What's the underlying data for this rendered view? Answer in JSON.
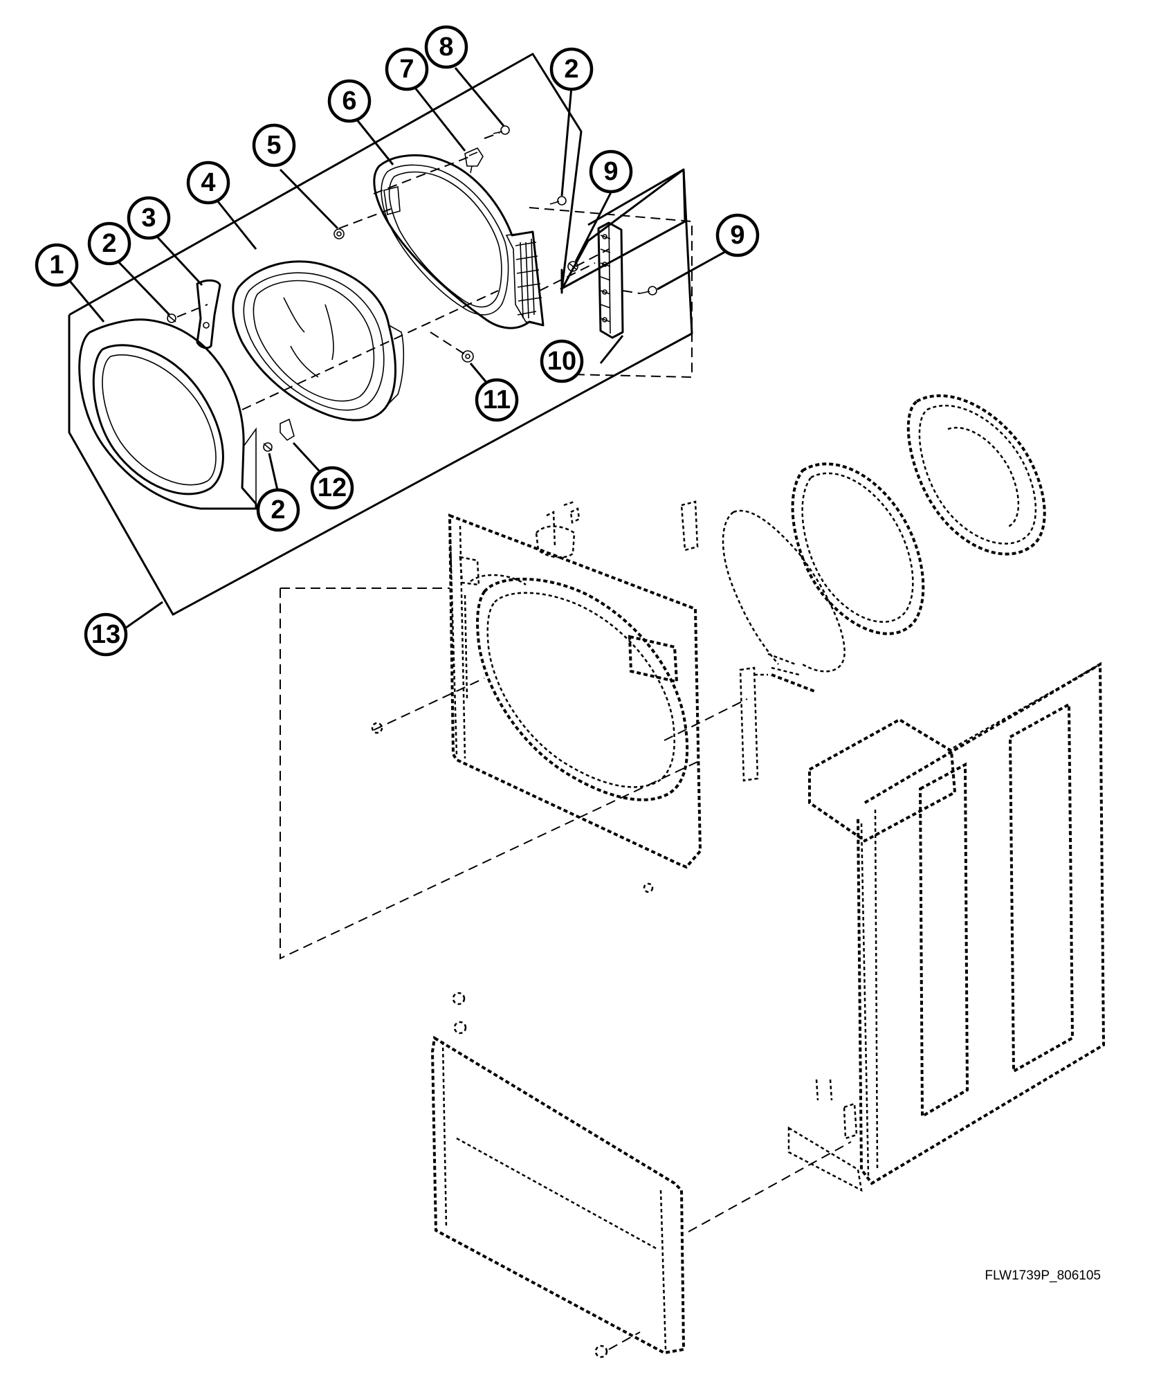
{
  "figure_id": "FLW1739P_806105",
  "callouts": [
    {
      "label": "1"
    },
    {
      "label": "2"
    },
    {
      "label": "3"
    },
    {
      "label": "4"
    },
    {
      "label": "5"
    },
    {
      "label": "6"
    },
    {
      "label": "7"
    },
    {
      "label": "8"
    },
    {
      "label": "2"
    },
    {
      "label": "9"
    },
    {
      "label": "9"
    },
    {
      "label": "10"
    },
    {
      "label": "11"
    },
    {
      "label": "12"
    },
    {
      "label": "2"
    },
    {
      "label": "13"
    }
  ],
  "colors": {
    "line": "#000000",
    "background": "#ffffff"
  }
}
